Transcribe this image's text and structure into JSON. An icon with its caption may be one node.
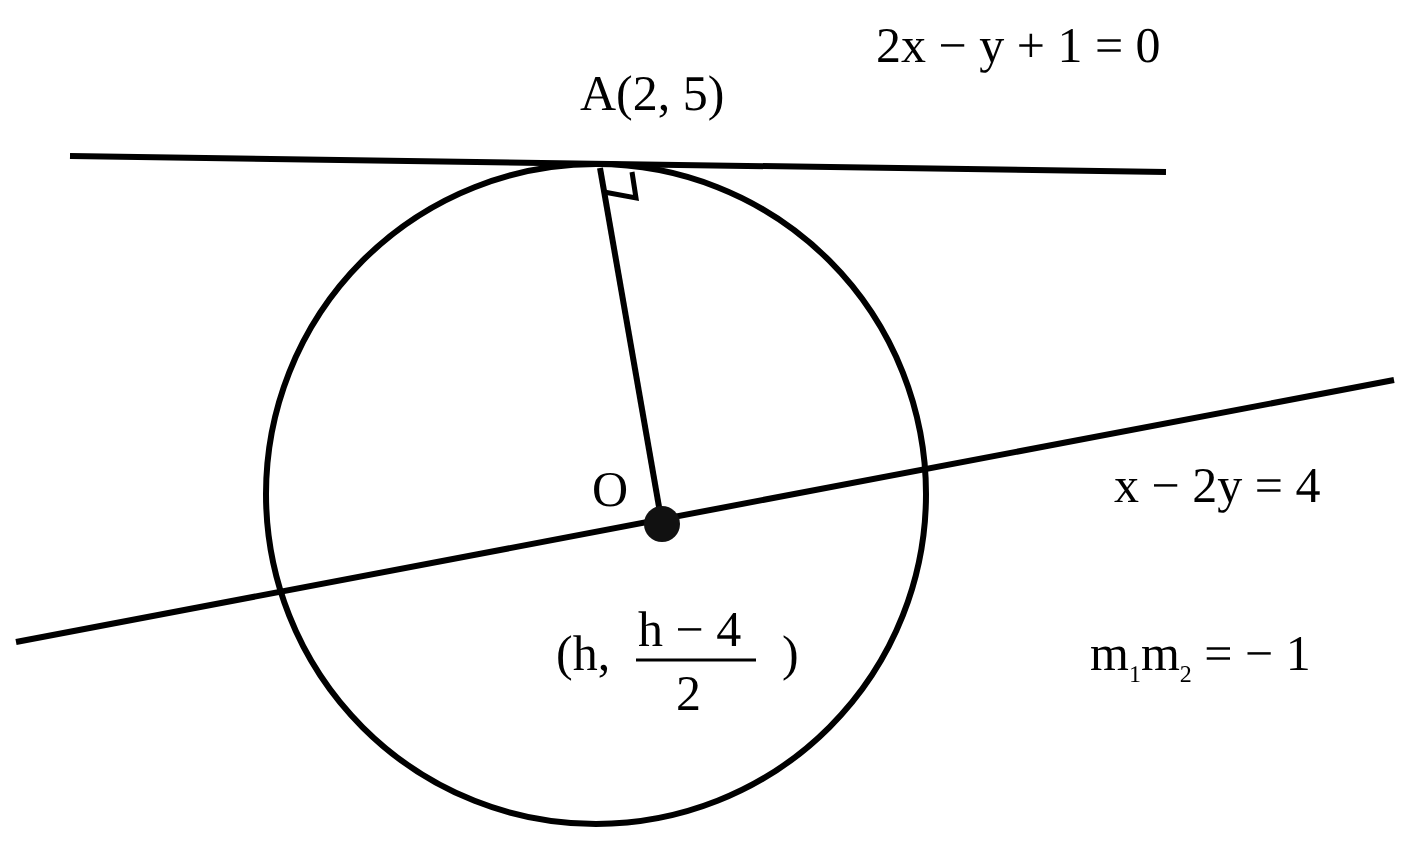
{
  "diagram": {
    "labels": [
      "2x − y + 1 = 0",
      "A(2, 5)",
      "O",
      "x − 2y = 4",
      "(h,",
      "h − 4",
      "2",
      ")",
      "m$_{1}$m$_{2}$ = − 1"
    ]
  }
}
